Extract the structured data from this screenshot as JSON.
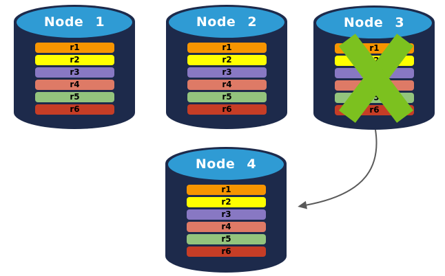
{
  "diagram": {
    "nodes": [
      {
        "title": "Node 1",
        "status": "active"
      },
      {
        "title": "Node 2",
        "status": "active"
      },
      {
        "title": "Node 3",
        "status": "failed"
      },
      {
        "title": "Node 4",
        "status": "active"
      }
    ],
    "rows": [
      {
        "label": "r1",
        "color": "#F79500"
      },
      {
        "label": "r2",
        "color": "#FFFF00"
      },
      {
        "label": "r3",
        "color": "#8878C3"
      },
      {
        "label": "r4",
        "color": "#DE7A66"
      },
      {
        "label": "r5",
        "color": "#93C47D"
      },
      {
        "label": "r6",
        "color": "#C63D26"
      }
    ],
    "colors": {
      "background": "#FFFFFF",
      "cylinder_body": "#1D2A4B",
      "cylinder_top": "#2F9BD4",
      "title_text": "#FFFFFF",
      "row_text": "#000000",
      "x_mark": "#7CC11F",
      "arrow": "#595959"
    }
  }
}
